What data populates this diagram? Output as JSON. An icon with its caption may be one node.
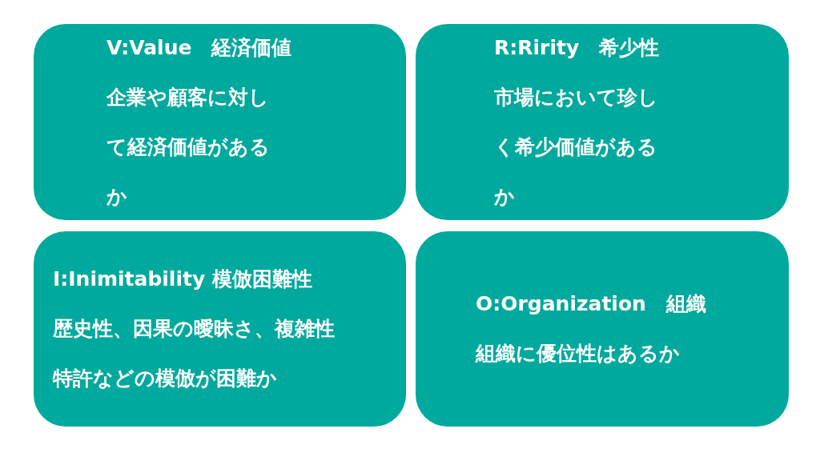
{
  "diagram": {
    "nodes": [
      {
        "text": [
          "V:Value　経済価値",
          "企業や顧客に対して経済価値があるか"
        ]
      },
      {
        "text": [
          "R:Ririty　希少性",
          "市場において珍しく希少価値があるか"
        ]
      },
      {
        "text": [
          "I:Inimitability 模倣困難性",
          "歴史性、因果の曖昧さ、複雑性特許などの模倣が困難か"
        ]
      },
      {
        "text": [
          "O:Organization　組織",
          "組織に優位性はあるか"
        ]
      }
    ]
  }
}
